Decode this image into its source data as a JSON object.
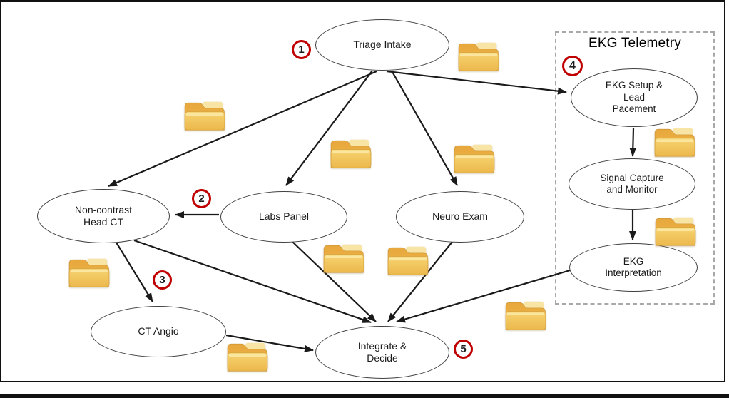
{
  "diagram": {
    "region_label": "EKG Telemetry",
    "nodes": {
      "triage": {
        "label": "Triage Intake"
      },
      "ekg_setup": {
        "label": "EKG Setup &\nLead\nPacement"
      },
      "signal_capture": {
        "label": "Signal Capture\nand Monitor"
      },
      "ekg_interpretation": {
        "label": "EKG\nInterpretation"
      },
      "head_ct": {
        "label": "Non-contrast\nHead CT"
      },
      "labs_panel": {
        "label": "Labs Panel"
      },
      "neuro_exam": {
        "label": "Neuro Exam"
      },
      "ct_angio": {
        "label": "CT Angio"
      },
      "integrate_decide": {
        "label": "Integrate &\nDecide"
      }
    },
    "step_badges": [
      {
        "number": "1",
        "at": "triage"
      },
      {
        "number": "2",
        "at": "labs-panel-to-head-ct-arrow"
      },
      {
        "number": "3",
        "at": "head-ct-to-ct-angio-arrow"
      },
      {
        "number": "4",
        "at": "ekg-telemetry-region"
      },
      {
        "number": "5",
        "at": "integrate-decide"
      }
    ],
    "edges": [
      {
        "from": "triage",
        "to": "head_ct"
      },
      {
        "from": "triage",
        "to": "labs_panel"
      },
      {
        "from": "triage",
        "to": "neuro_exam"
      },
      {
        "from": "triage",
        "to": "ekg_setup"
      },
      {
        "from": "labs_panel",
        "to": "head_ct"
      },
      {
        "from": "head_ct",
        "to": "ct_angio"
      },
      {
        "from": "head_ct",
        "to": "integrate_decide"
      },
      {
        "from": "labs_panel",
        "to": "integrate_decide"
      },
      {
        "from": "neuro_exam",
        "to": "integrate_decide"
      },
      {
        "from": "ct_angio",
        "to": "integrate_decide"
      },
      {
        "from": "ekg_interpretation",
        "to": "integrate_decide"
      },
      {
        "from": "ekg_setup",
        "to": "signal_capture"
      },
      {
        "from": "signal_capture",
        "to": "ekg_interpretation"
      }
    ],
    "folder_icons": 11,
    "colors": {
      "badge_ring": "#C00000",
      "node_outline": "#404040",
      "arrow": "#1A1A1A",
      "dashed_region_border": "#A8A8A8",
      "folder_main": "#F0BA4C",
      "folder_front": "#F6D272",
      "folder_paper": "#F8E5A6"
    }
  }
}
